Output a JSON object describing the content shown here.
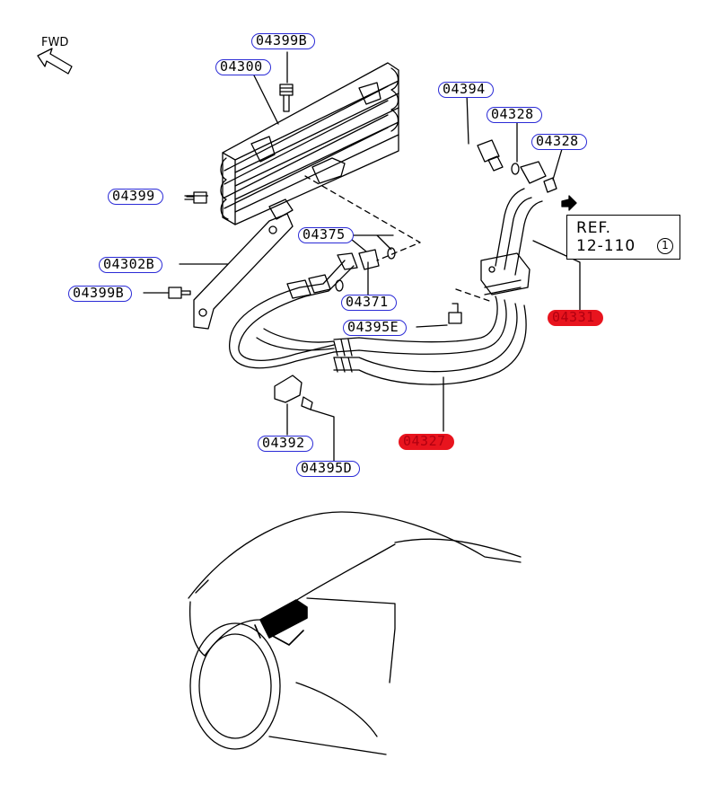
{
  "diagram": {
    "fwd_label": "FWD",
    "ref": {
      "line1": "REF.",
      "line2": "12-110",
      "circled": "1"
    },
    "callouts": [
      {
        "id": "04399B-top",
        "text": "04399B",
        "highlight": false
      },
      {
        "id": "04300",
        "text": "04300",
        "highlight": false
      },
      {
        "id": "04394",
        "text": "04394",
        "highlight": false
      },
      {
        "id": "04328-a",
        "text": "04328",
        "highlight": false
      },
      {
        "id": "04328-b",
        "text": "04328",
        "highlight": false
      },
      {
        "id": "04399",
        "text": "04399",
        "highlight": false
      },
      {
        "id": "04375",
        "text": "04375",
        "highlight": false
      },
      {
        "id": "04302B",
        "text": "04302B",
        "highlight": false
      },
      {
        "id": "04399B-left",
        "text": "04399B",
        "highlight": false
      },
      {
        "id": "04371",
        "text": "04371",
        "highlight": false
      },
      {
        "id": "04395E",
        "text": "04395E",
        "highlight": false
      },
      {
        "id": "04331",
        "text": "04331",
        "highlight": true
      },
      {
        "id": "04392",
        "text": "04392",
        "highlight": false
      },
      {
        "id": "04327",
        "text": "04327",
        "highlight": true
      },
      {
        "id": "04395D",
        "text": "04395D",
        "highlight": false
      }
    ]
  }
}
